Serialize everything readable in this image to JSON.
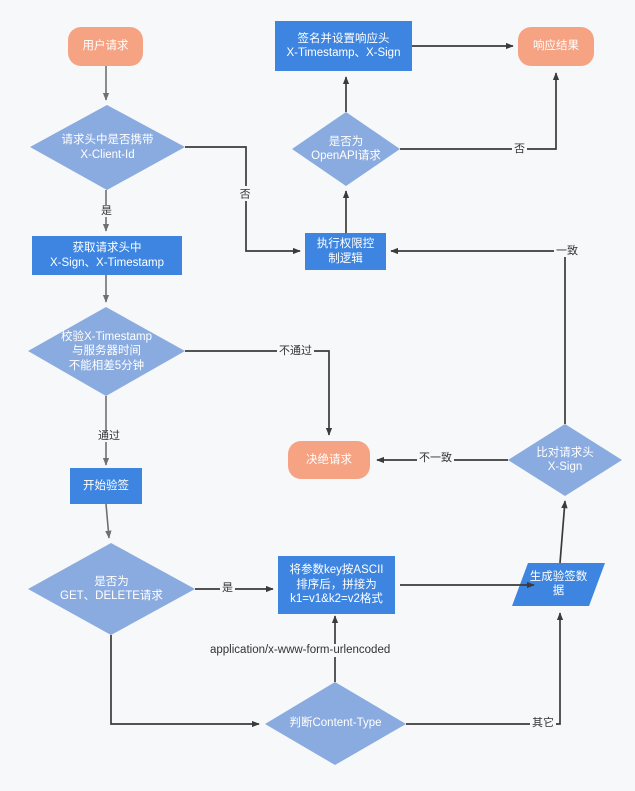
{
  "diagram": {
    "title": "API signature verification flowchart",
    "background": "#f7f8fa",
    "colors": {
      "process": "#3d85e0",
      "decision": "#8aabdf",
      "terminal": "#f6a384",
      "edge": "#3b3b3b",
      "edge_light": "#8b8b8b",
      "label_text": "#333333"
    }
  },
  "nodes": {
    "user_request": {
      "label": "用户请求",
      "shape": "rounded",
      "color": "#f6a384"
    },
    "sign_and_set_headers": {
      "label": "签名并设置响应头\nX-Timestamp、X-Sign",
      "shape": "rect",
      "color": "#3d85e0"
    },
    "response_result": {
      "label": "响应结果",
      "shape": "rounded",
      "color": "#f6a384"
    },
    "has_client_id": {
      "label": "请求头中是否携带\nX-Client-Id",
      "shape": "diamond",
      "color": "#8aabdf"
    },
    "is_openapi": {
      "label": "是否为\nOpenAPI请求",
      "shape": "diamond",
      "color": "#8aabdf"
    },
    "get_headers": {
      "label": "获取请求头中\nX-Sign、X-Timestamp",
      "shape": "rect",
      "color": "#3d85e0"
    },
    "permission_logic": {
      "label": "执行权限控\n制逻辑",
      "shape": "rect",
      "color": "#3d85e0"
    },
    "verify_timestamp": {
      "label": "校验X-Timestamp\n与服务器时间\n不能相差5分钟",
      "shape": "diamond",
      "color": "#8aabdf"
    },
    "reject_request": {
      "label": "决绝请求",
      "shape": "rounded",
      "color": "#f6a384"
    },
    "compare_sign": {
      "label": "比对请求头\nX-Sign",
      "shape": "diamond",
      "color": "#8aabdf"
    },
    "start_verify": {
      "label": "开始验签",
      "shape": "rect",
      "color": "#3d85e0"
    },
    "is_get_delete": {
      "label": "是否为\nGET、DELETE请求",
      "shape": "diamond",
      "color": "#8aabdf"
    },
    "sort_params": {
      "label": "将参数key按ASCII\n排序后，拼接为\nk1=v1&k2=v2格式",
      "shape": "rect",
      "color": "#3d85e0"
    },
    "generate_sign_data": {
      "label": "生成验签数\n据",
      "shape": "parallelogram",
      "color": "#3d85e0"
    },
    "check_content_type": {
      "label": "判断Content-Type",
      "shape": "diamond",
      "color": "#8aabdf"
    }
  },
  "edge_labels": {
    "client_id_yes": "是",
    "client_id_no": "否",
    "openapi_no": "否",
    "timestamp_fail": "不通过",
    "timestamp_pass": "通过",
    "sign_match": "一致",
    "sign_mismatch": "不一致",
    "get_delete_yes": "是",
    "content_type_form": "application/x-www-form-urlencoded",
    "content_type_other": "其它"
  }
}
